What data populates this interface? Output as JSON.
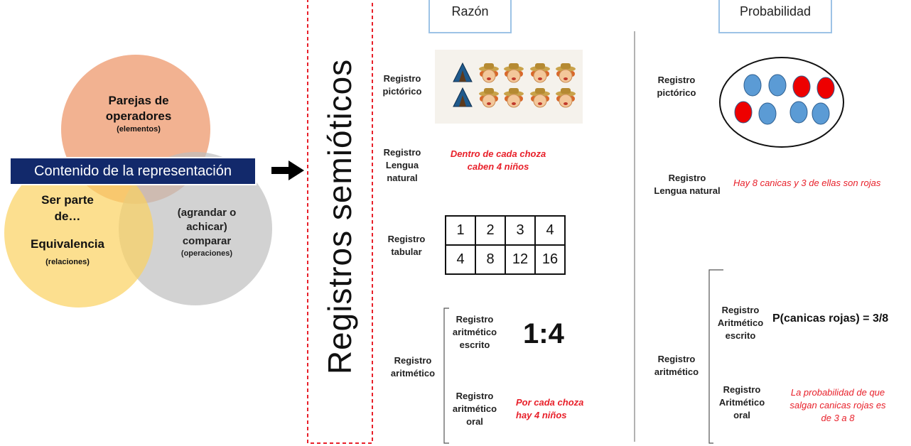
{
  "venn": {
    "top": {
      "line1": "Parejas de",
      "line2": "operadores",
      "sub": "(elementos)"
    },
    "banner": "Contenido de la representación",
    "left": {
      "line1": "Ser parte",
      "line2": "de…",
      "line3": "Equivalencia",
      "sub": "(relaciones)"
    },
    "right": {
      "line1": "(agrandar o",
      "line2": "achicar)",
      "line3": "comparar",
      "sub": "(operaciones)"
    }
  },
  "vertical_title": "Registros semióticos",
  "razon": {
    "header": "Razón",
    "pictorico_label": [
      "Registro",
      "pictórico"
    ],
    "lengua_label": [
      "Registro",
      "Lengua",
      "natural"
    ],
    "lengua_text": [
      "Dentro de cada choza",
      "caben 4 niños"
    ],
    "tabular_label": [
      "Registro",
      "tabular"
    ],
    "table": [
      [
        "1",
        "2",
        "3",
        "4"
      ],
      [
        "4",
        "8",
        "12",
        "16"
      ]
    ],
    "aritmetico_label": [
      "Registro",
      "aritmético"
    ],
    "escrito_label": [
      "Registro",
      "aritmético",
      "escrito"
    ],
    "escrito_value": "1:4",
    "oral_label": [
      "Registro",
      "aritmético",
      "oral"
    ],
    "oral_text": [
      "Por cada choza",
      "hay 4 niños"
    ]
  },
  "probabilidad": {
    "header": "Probabilidad",
    "pictorico_label": [
      "Registro",
      "pictórico"
    ],
    "lengua_label": [
      "Registro",
      "Lengua natural"
    ],
    "lengua_text": "Hay 8 canicas y 3 de ellas son rojas",
    "aritmetico_label": [
      "Registro",
      "aritmético"
    ],
    "escrito_label": [
      "Registro",
      "Aritmético",
      "escrito"
    ],
    "escrito_value": "P(canicas rojas) = 3/8",
    "oral_label": [
      "Registro",
      "Aritmético",
      "oral"
    ],
    "oral_text": [
      "La probabilidad de que",
      "salgan canicas rojas es",
      "de 3 a 8"
    ],
    "marbles": [
      "blue",
      "blue",
      "red",
      "red",
      "red",
      "blue",
      "blue",
      "blue"
    ]
  },
  "colors": {
    "orange_circle": "#f0a57e",
    "yellow_circle": "#fbd25f",
    "gray_circle": "#bfbfbf",
    "banner_bg": "#12296b",
    "dashed_border": "#e8202a",
    "red_text": "#e8202a",
    "header_border": "#9dc3e6",
    "marble_blue": "#5b9bd5",
    "marble_red": "#ee0000"
  }
}
